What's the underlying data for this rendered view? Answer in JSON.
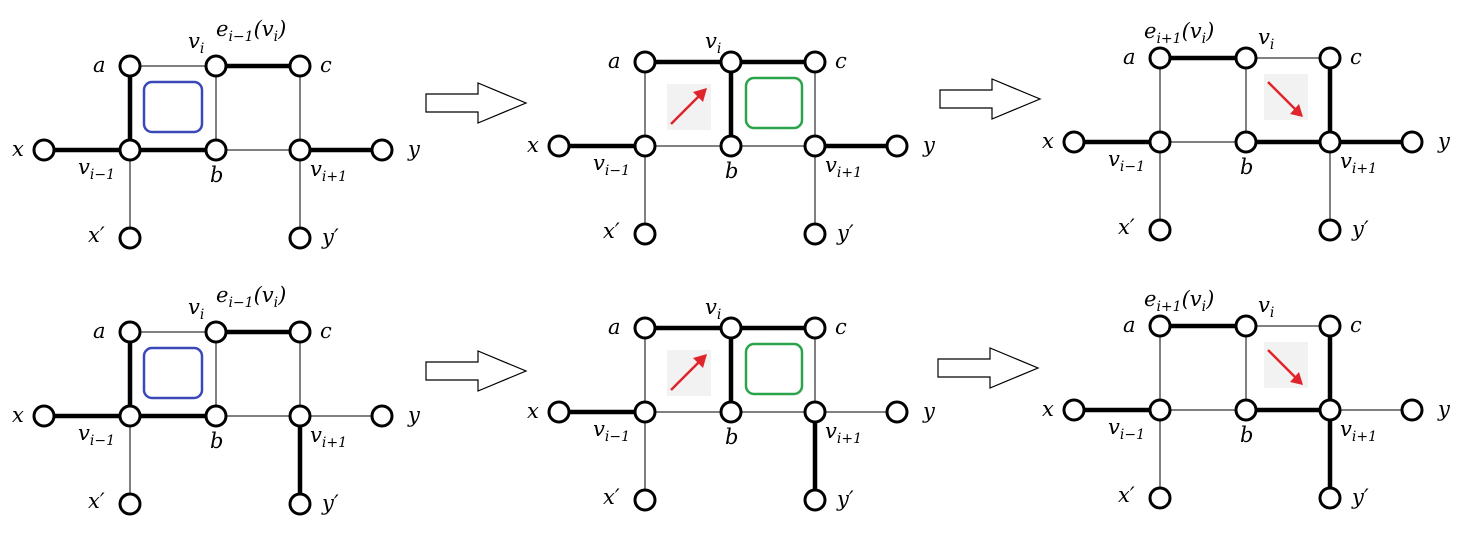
{
  "labels": {
    "a": "a",
    "b": "b",
    "c": "c",
    "x": "x",
    "y": "y",
    "x_prime": "x′",
    "y_prime": "y′",
    "v_i_base": "v",
    "v_i_sub": "i",
    "v_prev_base": "v",
    "v_prev_sub": "i−1",
    "v_next_base": "v",
    "v_next_sub": "i+1",
    "edge_prev_label": "e",
    "edge_prev_sub": "i−1",
    "edge_prev_arg": "(v",
    "edge_prev_arg_sub": "i",
    "edge_prev_close": ")",
    "edge_next_label": "e",
    "edge_next_sub": "i+1",
    "edge_next_arg": "(v",
    "edge_next_arg_sub": "i",
    "edge_next_close": ")"
  },
  "colors": {
    "blue_face": "#3b48b8",
    "green_face": "#2aa34a",
    "red_arrow": "#e0242b"
  },
  "rows": [
    {
      "name": "row-1",
      "panels": [
        {
          "thick": [
            "a-vprev",
            "vprev-b",
            "x-vprev",
            "vi-c",
            "vnext-y"
          ],
          "face": "blue",
          "arrow": "none",
          "edge_label": "prev"
        },
        {
          "thick": [
            "a-vi",
            "vi-c",
            "vi-b",
            "x-vprev",
            "vnext-y"
          ],
          "face": "green",
          "arrow": "up-right",
          "edge_label": "none"
        },
        {
          "thick": [
            "a-vi",
            "c-vnext",
            "b-vnext",
            "x-vprev",
            "vnext-y"
          ],
          "face": "none",
          "arrow": "down-right",
          "edge_label": "next"
        }
      ]
    },
    {
      "name": "row-2",
      "panels": [
        {
          "thick": [
            "a-vprev",
            "vprev-b",
            "x-vprev",
            "vi-c",
            "vnext-yp"
          ],
          "face": "blue",
          "arrow": "none",
          "edge_label": "prev"
        },
        {
          "thick": [
            "a-vi",
            "vi-c",
            "vi-b",
            "x-vprev",
            "vnext-yp"
          ],
          "face": "green",
          "arrow": "up-right",
          "edge_label": "none"
        },
        {
          "thick": [
            "a-vi",
            "c-vnext",
            "b-vnext",
            "x-vprev",
            "vnext-yp"
          ],
          "face": "none",
          "arrow": "down-right",
          "edge_label": "next"
        }
      ]
    }
  ]
}
